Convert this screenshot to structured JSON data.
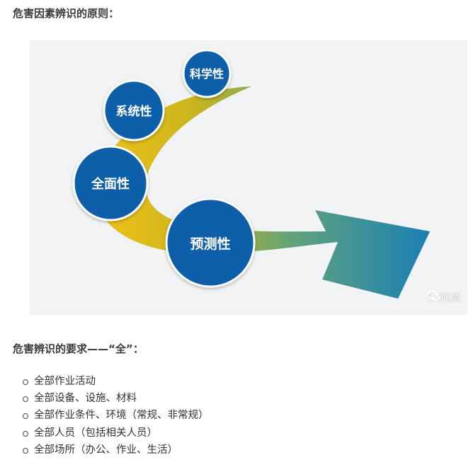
{
  "heading_principles": "危害因素辨识的原则：",
  "figure": {
    "circles": {
      "science": "科学性",
      "system": "系统性",
      "complete": "全面性",
      "predict": "预测性"
    },
    "watermark": "安创E盾",
    "colors": {
      "circle": "#0c5fa9",
      "circle_border": "#ffffff",
      "arrow_start": "#f2c318",
      "arrow_end": "#1b7fb4",
      "background": "#f2f3f4"
    }
  },
  "heading_requirements": "危害辨识的要求——“全”：",
  "requirements": [
    "全部作业活动",
    "全部设备、设施、材料",
    "全部作业条件、环境（常规、非常规）",
    "全部人员（包括相关人员）",
    "全部场所（办公、作业、生活）"
  ]
}
